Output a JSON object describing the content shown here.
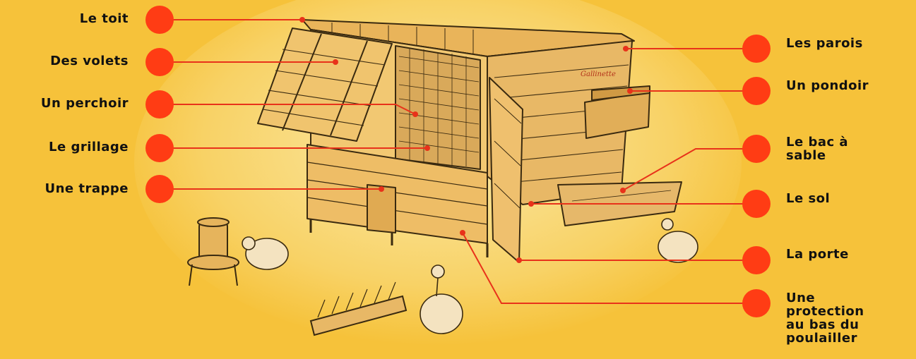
{
  "colors": {
    "background": "#f6c23a",
    "dot": "#ff3c14",
    "line": "#e8321a",
    "ink": "#3a2a10"
  },
  "icons": [
    "chicken-coop-illustration",
    "chicken-icon",
    "waterer-icon",
    "feeder-trough-icon"
  ],
  "labels_left": [
    {
      "id": "toit",
      "text": "Le toit"
    },
    {
      "id": "volets",
      "text": "Des volets"
    },
    {
      "id": "perchoir",
      "text": "Un perchoir"
    },
    {
      "id": "grillage",
      "text": "Le grillage"
    },
    {
      "id": "trappe",
      "text": "Une trappe"
    }
  ],
  "labels_right": [
    {
      "id": "parois",
      "text": "Les parois"
    },
    {
      "id": "pondoir",
      "text": "Un pondoir"
    },
    {
      "id": "bac1",
      "text": "Le bac à"
    },
    {
      "id": "bac2",
      "text": "sable"
    },
    {
      "id": "sol",
      "text": "Le sol"
    },
    {
      "id": "porte",
      "text": "La porte"
    },
    {
      "id": "prot1",
      "text": "Une"
    },
    {
      "id": "prot2",
      "text": "protection"
    },
    {
      "id": "prot3",
      "text": "au bas du"
    },
    {
      "id": "prot4",
      "text": "poulailler"
    }
  ]
}
